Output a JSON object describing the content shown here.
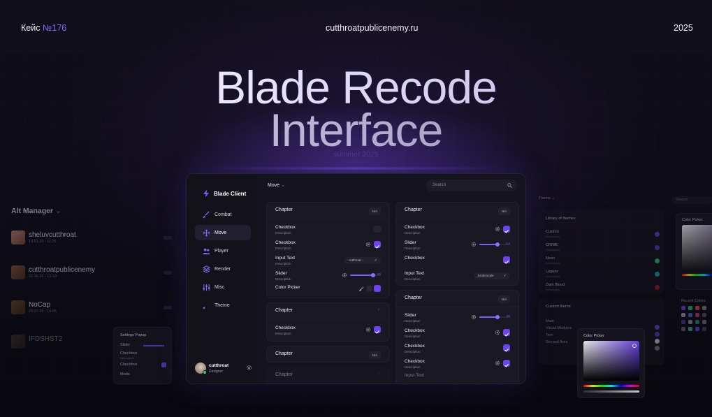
{
  "header": {
    "case_prefix": "Кейс ",
    "case_number": "№176",
    "site": "cutthroatpublicenemy.ru",
    "year": "2025"
  },
  "hero": {
    "line1": "Blade Recode",
    "line2": "Interface",
    "subtitle": "summer 2025"
  },
  "alt_manager": {
    "title": "Alt Manager",
    "accounts": [
      {
        "name": "sheluvcutthroat",
        "date": "10.01.25 / 11:25"
      },
      {
        "name": "cutthroatpublicenemy",
        "date": "22.06.25 / 13:10"
      },
      {
        "name": "NoCap",
        "date": "23.07.25 / 14:05"
      },
      {
        "name": "IFDSHST2",
        "date": ""
      }
    ]
  },
  "settings_popup": {
    "title": "Settings Popup",
    "rows": [
      "Slider",
      "Checkbox",
      "Checkbox",
      "Mode"
    ],
    "row2_desc": "Description"
  },
  "app": {
    "name": "Blade Client",
    "nav": [
      "Combat",
      "Move",
      "Player",
      "Render",
      "Misc",
      "Theme"
    ],
    "active": "Move",
    "user": {
      "name": "cutthroat",
      "role": "Designer"
    },
    "dropdown": "Move",
    "search_placeholder": "Search"
  },
  "col1": [
    {
      "title": "Chapter",
      "badge": "N/A",
      "rows": [
        {
          "label": "Checkbox",
          "desc": "Description",
          "type": "checkbox",
          "checked": false
        },
        {
          "label": "Checkbox",
          "desc": "Description",
          "type": "checkbox",
          "checked": true
        },
        {
          "label": "Input Text",
          "desc": "Description",
          "type": "input",
          "value": "cutthroat..."
        },
        {
          "label": "Slider",
          "desc": "Description",
          "type": "slider",
          "value": "50",
          "fraction": 0.75
        },
        {
          "label": "Color Picker",
          "desc": "",
          "type": "color"
        }
      ]
    },
    {
      "title": "Chapter",
      "badge": "",
      "rows": [
        {
          "label": "Checkbox",
          "desc": "Description",
          "type": "checkbox",
          "checked": true
        }
      ]
    },
    {
      "title": "Chapter",
      "badge": "N/A"
    },
    {
      "title": "Chapter",
      "badge": ""
    }
  ],
  "col2": [
    {
      "title": "Chapter",
      "badge": "N/A",
      "rows": [
        {
          "label": "Checkbox",
          "desc": "Description",
          "type": "checkbox",
          "checked": true
        },
        {
          "label": "Slider",
          "desc": "Description",
          "type": "slider",
          "value": "1.5",
          "fraction": 0.6
        },
        {
          "label": "Checkbox",
          "desc": "",
          "type": "checkbox",
          "checked": true
        },
        {
          "label": "Input Text",
          "desc": "Description",
          "type": "input",
          "value": "Enderscale"
        }
      ]
    },
    {
      "title": "Chapter",
      "badge": "N/A",
      "rows": [
        {
          "label": "Slider",
          "desc": "Description",
          "type": "slider",
          "value": "99",
          "fraction": 0.6
        },
        {
          "label": "Checkbox",
          "desc": "Description",
          "type": "checkbox",
          "checked": true
        },
        {
          "label": "Checkbox",
          "desc": "Description",
          "type": "checkbox",
          "checked": true
        },
        {
          "label": "Checkbox",
          "desc": "Description",
          "type": "checkbox",
          "checked": true
        },
        {
          "label": "Input Text",
          "desc": "",
          "type": "none"
        }
      ]
    }
  ],
  "theme_panel": {
    "dropdown": "Theme",
    "search": "Search",
    "library_title": "Library of themes",
    "themes": [
      {
        "name": "Custom",
        "desc": "Description",
        "color": "#5a4bd8"
      },
      {
        "name": "CRIME",
        "desc": "Description",
        "color": "#5a3fd0"
      },
      {
        "name": "Neon",
        "desc": "Description",
        "color": "#2fbf7a"
      },
      {
        "name": "Lagune",
        "desc": "Description",
        "color": "#27a6a8"
      },
      {
        "name": "Dark Blood",
        "desc": "Description",
        "color": "#a01f2a"
      }
    ],
    "custom_title": "Custom theme",
    "custom_rows": [
      "Main",
      "Visual Modules",
      "Text",
      "Second Area"
    ]
  },
  "color_picker": {
    "title": "Color Picker"
  },
  "recent_colors": {
    "title": "Recent Colors"
  },
  "colors": {
    "accent": "#6a44ee",
    "bg": "#0b0a12",
    "panel": "#15131d"
  }
}
